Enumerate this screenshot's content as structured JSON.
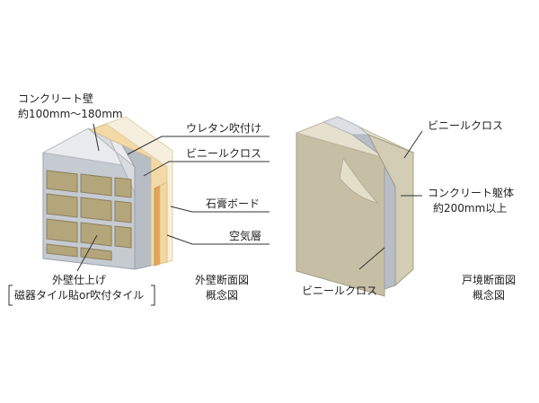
{
  "exterior": {
    "concrete_wall": "コンクリート壁",
    "concrete_thickness": "約100mm〜180mm",
    "urethan": "ウレタン吹付け",
    "vinyl_cloth": "ビニールクロス",
    "gypsum_board": "石膏ボード",
    "air_layer": "空気層",
    "finish_title": "外壁仕上げ",
    "finish_detail": "磁器タイル貼or吹付タイル",
    "caption_line1": "外壁断面図",
    "caption_line2": "概念図"
  },
  "boundary": {
    "vinyl_cloth_top": "ビニールクロス",
    "concrete_body": "コンクリート躯体",
    "concrete_thickness": "約200mm以上",
    "vinyl_cloth_bottom": "ビニールクロス",
    "caption_line1": "戸境断面図",
    "caption_line2": "概念図"
  },
  "colors": {
    "concrete_top": "#e9ebee",
    "concrete_face": "#c9ced5",
    "concrete_side": "#aeb4bc",
    "tile": "#b6a87e",
    "tile_dark": "#8c7f5b",
    "urethan": "#f3dba9",
    "gypsum": "#f7f1e2",
    "vinyl": "#e8b36a",
    "wall_beige": "#c8c1a8",
    "wall_beige_dark": "#aea78e"
  }
}
